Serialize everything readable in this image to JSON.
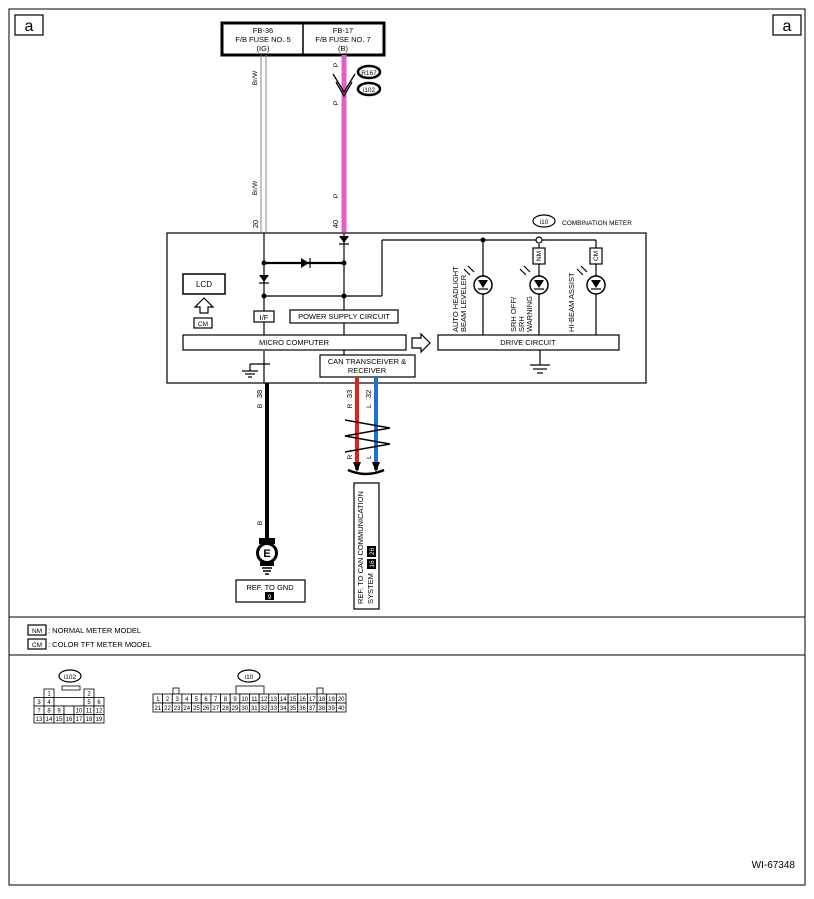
{
  "page_markers": {
    "left": "a",
    "right": "a"
  },
  "fuses": [
    {
      "code": "FB-36",
      "name": "F/B FUSE NO. 5",
      "supply": "(IG)"
    },
    {
      "code": "FB-17",
      "name": "F/B FUSE NO. 7",
      "supply": "(B)"
    }
  ],
  "wire_labels": {
    "brw": "Br/W",
    "p": "P",
    "b": "B",
    "r": "R",
    "l": "L"
  },
  "pin_numbers": {
    "ig": "20",
    "batt": "40",
    "gnd": "38",
    "can_h": "33",
    "can_l": "32"
  },
  "connectors": {
    "r167": "R167",
    "i102": "i102",
    "i10": "i10"
  },
  "meter_title": "COMBINATION METER",
  "blocks": {
    "lcd": "LCD",
    "interface": "I/F",
    "power_supply": "POWER SUPPLY CIRCUIT",
    "micro_computer": "MICRO COMPUTER",
    "can_transceiver_1": "CAN TRANSCEIVER &",
    "can_transceiver_2": "RECEIVER",
    "drive_circuit": "DRIVE CIRCUIT"
  },
  "model_tags": {
    "nm": "NM",
    "cm": "CM"
  },
  "lamps": [
    {
      "line1": "AUTO HEADLIGHT",
      "line2": "BEAM LEVELER",
      "line3": ""
    },
    {
      "line1": "SRH OFF/",
      "line2": "SRH",
      "line3": "WARNING"
    },
    {
      "line1": "HI-BEAM ASSIST",
      "line2": "",
      "line3": ""
    }
  ],
  "ground_ref": {
    "label": "REF. TO GND",
    "code": "9",
    "symbol": "E"
  },
  "can_ref": {
    "line1": "REF. TO CAN COMMUNICATION",
    "line2": "SYSTEM",
    "code1": "16",
    "code2": "26"
  },
  "legend": [
    {
      "tag": "NM",
      "text": ": NORMAL METER MODEL"
    },
    {
      "tag": "CM",
      "text": ": COLOR TFT METER MODEL"
    }
  ],
  "i102_pins": {
    "r1": [
      "1",
      "2"
    ],
    "r2": [
      "3",
      "4",
      "5",
      "6"
    ],
    "r3": [
      "7",
      "8",
      "9",
      "10",
      "11",
      "12"
    ],
    "r4": [
      "13",
      "14",
      "15",
      "16",
      "17",
      "18",
      "19"
    ]
  },
  "i10_pins": {
    "top": [
      "1",
      "2",
      "3",
      "4",
      "5",
      "6",
      "7",
      "8",
      "9",
      "10",
      "11",
      "12",
      "13",
      "14",
      "15",
      "16",
      "17",
      "18",
      "19",
      "20"
    ],
    "bottom": [
      "21",
      "22",
      "23",
      "24",
      "25",
      "26",
      "27",
      "28",
      "29",
      "30",
      "31",
      "32",
      "33",
      "34",
      "35",
      "36",
      "37",
      "38",
      "39",
      "40"
    ]
  },
  "figure_id": "WI-67348",
  "colors": {
    "pink_wire": "#e060c8",
    "red_wire": "#e8201c",
    "blue_wire": "#1e6fd0",
    "brw_wire": "#999999"
  }
}
